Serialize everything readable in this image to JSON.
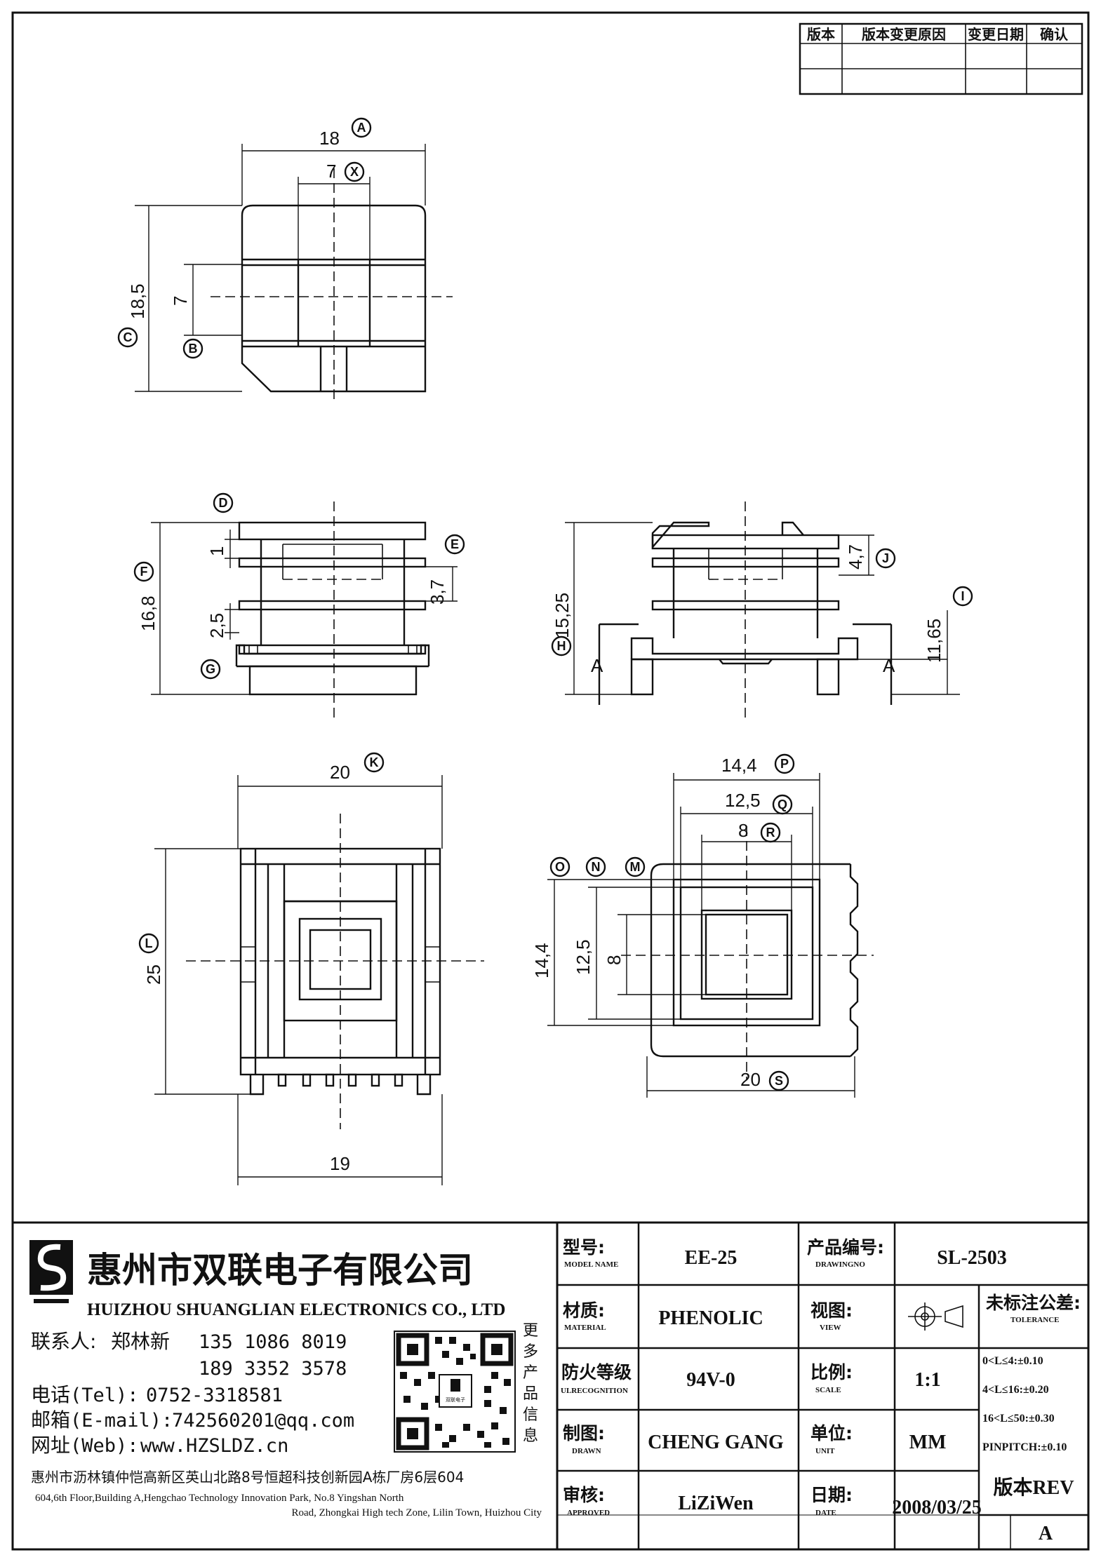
{
  "revision_table": {
    "headers": [
      "版本",
      "版本变更原因",
      "变更日期",
      "确认"
    ]
  },
  "dimensions": {
    "top_view": {
      "width": "18",
      "width_tag": "A",
      "center": "7",
      "center_tag": "X",
      "height": "18,5",
      "height_tag": "C",
      "inner": "7",
      "inner_tag": "B"
    },
    "front_view": {
      "height": "16,8",
      "height_tag": "F",
      "flange": "1",
      "top_tag": "D",
      "gap": "3,7",
      "gap_tag": "E",
      "lower": "2,5",
      "bottom_tag": "G"
    },
    "side_view": {
      "height": "15,25",
      "height_tag": "H",
      "top": "4,7",
      "top_tag": "J",
      "seat": "11,65",
      "seat_tag": "I",
      "section_mark": "A"
    },
    "bottom_view": {
      "width": "20",
      "width_tag": "K",
      "length": "25",
      "length_tag": "L",
      "pin_span": "19"
    },
    "top_plan_view": {
      "outer": "14,4",
      "outer_tag": "P",
      "mid": "12,5",
      "mid_tag": "Q",
      "inner": "8",
      "inner_tag": "R",
      "base": "20",
      "base_tag": "S",
      "v_outer": "14,4",
      "v_mid": "12,5",
      "v_inner": "8",
      "tags": [
        "O",
        "N",
        "M"
      ]
    }
  },
  "company": {
    "name_cn": "惠州市双联电子有限公司",
    "name_en": "HUIZHOU SHUANGLIAN ELECTRONICS CO., LTD",
    "contact_label": "联系人:",
    "contact_name": "郑林新",
    "phone1": "135 1086 8019",
    "phone2": "189 3352 3578",
    "tel_label": "电话",
    "tel_en": "(Tel):",
    "tel": "0752-3318581",
    "email_label": "邮箱",
    "email_en": "(E-mail):",
    "email": "742560201@qq.com",
    "web_label": "网址",
    "web_en": "(Web):",
    "web": "www.HZSLDZ.cn",
    "address_cn": "惠州市沥林镇仲恺高新区英山北路8号恒超科技创新园A栋厂房6层604",
    "address_en_1": "604,6th Floor,Building A,Hengchao Technology Innovation Park, No.8 Yingshan North",
    "address_en_2": "Road, Zhongkai High tech Zone, Lilin Town, Huizhou City",
    "qr_side_text": [
      "更",
      "多",
      "产",
      "品",
      "信",
      "息"
    ],
    "qr_center_text": "双联电子"
  },
  "title_block": {
    "model_cn": "型号:",
    "model_en": "MODEL NAME",
    "model": "EE-25",
    "drawing_cn": "产品编号:",
    "drawing_en": "DRAWINGNO",
    "drawing": "SL-2503",
    "material_cn": "材质:",
    "material_en": "MATERIAL",
    "material": "PHENOLIC",
    "view_cn": "视图:",
    "view_en": "VIEW",
    "tol_cn": "未标注公差:",
    "tol_en": "TOLERANCE",
    "tolerances": [
      "0<L≤4:±0.10",
      "4<L≤16:±0.20",
      "16<L≤50:±0.30",
      "PINPITCH:±0.10"
    ],
    "flame_cn": "防火等级",
    "flame_en": "ULRECOGNITION",
    "flame": "94V-0",
    "scale_cn": "比例:",
    "scale_en": "SCALE",
    "scale": "1:1",
    "drawn_cn": "制图:",
    "drawn_en": "DRAWN",
    "drawn": "CHENG GANG",
    "unit_cn": "单位:",
    "unit_en": "UNIT",
    "unit": "MM",
    "approved_cn": "审核:",
    "approved_en": "APPROVED",
    "approved": "LiZiWen",
    "date_cn": "日期:",
    "date_en": "DATE",
    "date": "2008/03/25",
    "rev_label": "版本REV",
    "rev": "A"
  }
}
